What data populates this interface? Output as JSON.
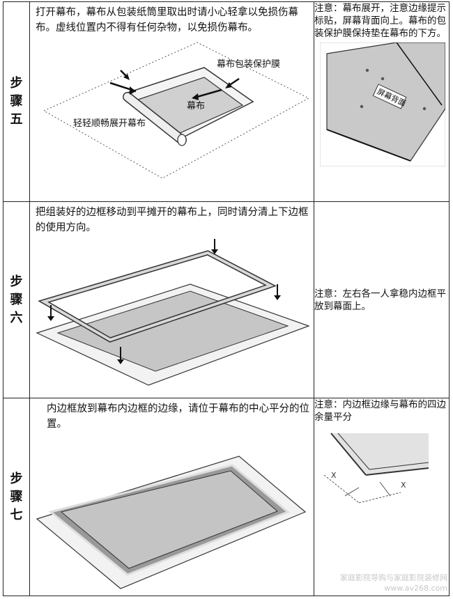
{
  "steps": [
    {
      "label_chars": [
        "步",
        "骤",
        "五"
      ],
      "description": "打开幕布，幕布从包装纸筒里取出时请小心轻拿以免损伤幕布。虚线位置内不得有任何杂物，以免损伤幕布。",
      "figure_labels": {
        "protective_film": "幕布包装保护膜",
        "screen": "幕布",
        "unroll": "轻轻顺畅展开幕布",
        "screen_tag": "屏幕背面"
      },
      "note": "注意：幕布展开，注意边缘提示标贴，屏幕背面向上。幕布的包装保护膜保持垫在幕布的下方。"
    },
    {
      "label_chars": [
        "步",
        "骤",
        "六"
      ],
      "description": "把组装好的边框移动到平摊开的幕布上，同时请分清上下边框的使用方向。",
      "note": "注意：左右各一人拿稳内边框平放到幕面上。"
    },
    {
      "label_chars": [
        "步",
        "骤",
        "七"
      ],
      "description": "内边框放到幕布内边框的边缘，请位于幕布的中心平分的位置。",
      "note": "注意：内边框边缘与幕布的四边余量平分",
      "detail_marks": [
        "X",
        "X"
      ]
    }
  ],
  "watermark": {
    "line1": "家庭影院导购与家庭影院装修网",
    "line2": "www.av268.com"
  }
}
